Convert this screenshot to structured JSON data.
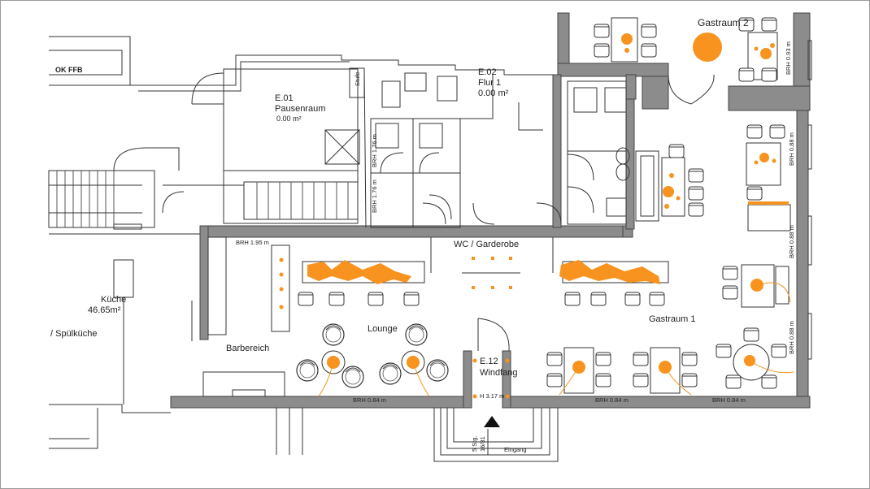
{
  "floor_plan": {
    "rooms": {
      "gastraum_2": "Gastraum 2",
      "pausenraum_id": "E.01",
      "pausenraum_name": "Pausenraum",
      "pausenraum_area": "0.00 m²",
      "flur_id": "E.02",
      "flur_name": "Flur 1",
      "flur_area": "0.00 m²",
      "wc_garderobe": "WC / Garderobe",
      "kueche_name": "Küche",
      "kueche_area": "46.65m²",
      "spuelkueche": "/ Spülküche",
      "barbereich": "Barbereich",
      "lounge": "Lounge",
      "gastraum_1": "Gastraum 1",
      "windfang_id": "E.12",
      "windfang_name": "Windfang"
    },
    "annotations": {
      "ok_ffb": "OK FFB",
      "stufe": "Stufe",
      "brh_176_a": "BRH 1.76 m",
      "brh_176_b": "BRH 1.76 m",
      "brh_195": "BRH 1.95 m",
      "brh_093": "BRH 0.93 m",
      "brh_088_a": "BRH 0.88 m",
      "brh_088_b": "BRH 0.88 m",
      "brh_088_c": "BRH 0.88 m",
      "brh_084_a": "BRH 0.84 m",
      "brh_084_b": "BRH 0.84 m",
      "brh_084_c": "BRH 0.84 m",
      "h_317": "H 3.17 m",
      "stairs_count": "5 Stg.",
      "stairs_dim": "16/31",
      "eingang": "Eingang"
    },
    "colors": {
      "wall_fill": "#8c8c8c",
      "line": "#333333",
      "accent_orange": "#f7931e"
    }
  }
}
